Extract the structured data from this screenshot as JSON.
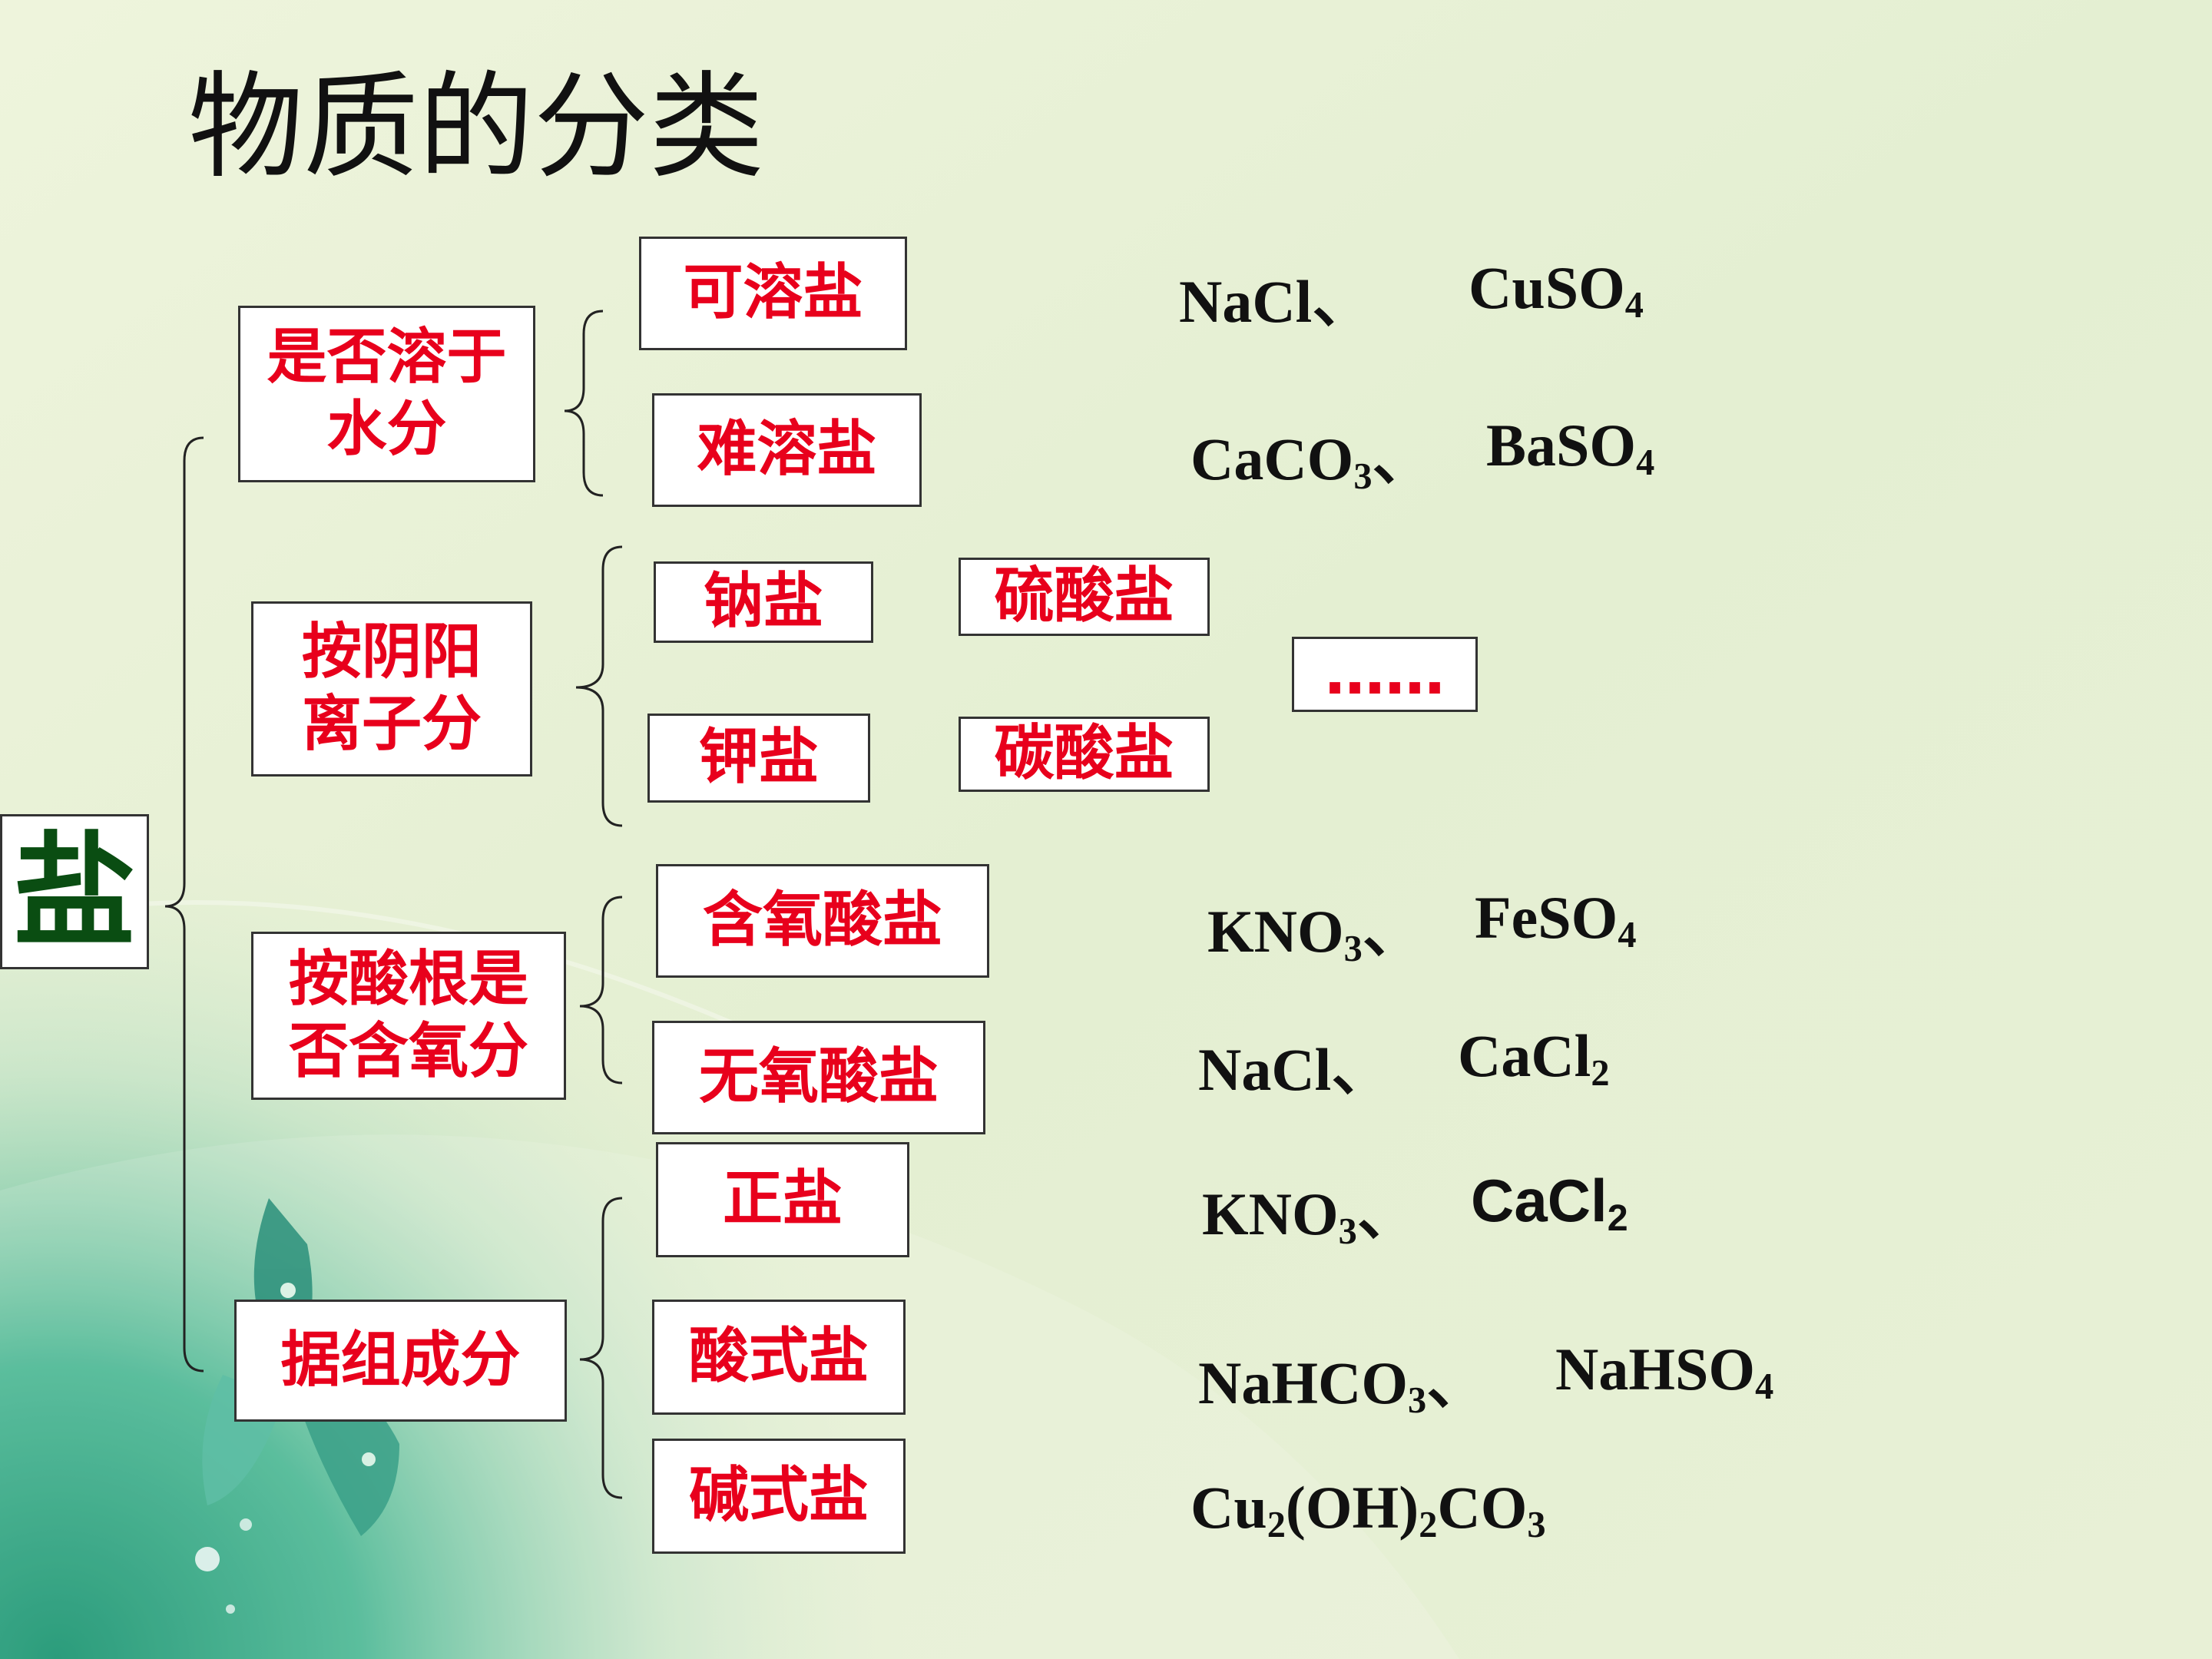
{
  "title": "物质的分类",
  "root": {
    "label": "盐"
  },
  "categories": [
    {
      "label": "是否溶于\n水分",
      "items": [
        {
          "label": "可溶盐",
          "examples": [
            {
              "parts": [
                [
                  "NaCl",
                  ""
                ],
                [
                  "、",
                  ""
                ]
              ]
            },
            {
              "parts": [
                [
                  "CuSO",
                  "4"
                ]
              ]
            }
          ]
        },
        {
          "label": "难溶盐",
          "examples": [
            {
              "parts": [
                [
                  "CaCO",
                  "3"
                ],
                [
                  "、",
                  ""
                ]
              ]
            },
            {
              "parts": [
                [
                  "BaSO",
                  "4"
                ]
              ]
            }
          ]
        }
      ]
    },
    {
      "label": "按阴阳\n离子分",
      "items": [
        {
          "label": "钠盐"
        },
        {
          "label": "钾盐"
        }
      ],
      "extra": [
        {
          "label": "硫酸盐"
        },
        {
          "label": "碳酸盐"
        },
        {
          "label": "……"
        }
      ]
    },
    {
      "label": "按酸根是\n否含氧分",
      "items": [
        {
          "label": "含氧酸盐",
          "examples": [
            {
              "parts": [
                [
                  "KNO",
                  "3"
                ],
                [
                  "、",
                  ""
                ]
              ]
            },
            {
              "parts": [
                [
                  "FeSO",
                  "4"
                ]
              ]
            }
          ]
        },
        {
          "label": "无氧酸盐",
          "examples": [
            {
              "parts": [
                [
                  "NaCl",
                  ""
                ],
                [
                  "、",
                  ""
                ]
              ]
            },
            {
              "parts": [
                [
                  "CaCl",
                  "2"
                ]
              ]
            }
          ]
        }
      ]
    },
    {
      "label": "据组成分",
      "items": [
        {
          "label": "正盐",
          "examples": [
            {
              "parts": [
                [
                  "KNO",
                  "3"
                ],
                [
                  "、",
                  ""
                ]
              ]
            },
            {
              "parts": [
                [
                  "CaCl",
                  "2"
                ]
              ],
              "sans": true
            }
          ]
        },
        {
          "label": "酸式盐",
          "examples": [
            {
              "parts": [
                [
                  "NaHCO",
                  "3"
                ],
                [
                  "、",
                  ""
                ]
              ]
            },
            {
              "parts": [
                [
                  "NaHSO",
                  "4"
                ]
              ]
            }
          ]
        },
        {
          "label": "碱式盐",
          "examples": [
            {
              "parts": [
                [
                  "Cu",
                  "2"
                ],
                [
                  "(OH)",
                  "2"
                ],
                [
                  "CO",
                  "3"
                ]
              ]
            }
          ]
        }
      ]
    }
  ],
  "colors": {
    "label_red": "#e8001c",
    "root_green": "#0a4d12",
    "bg_light": "#eaf2d8"
  }
}
